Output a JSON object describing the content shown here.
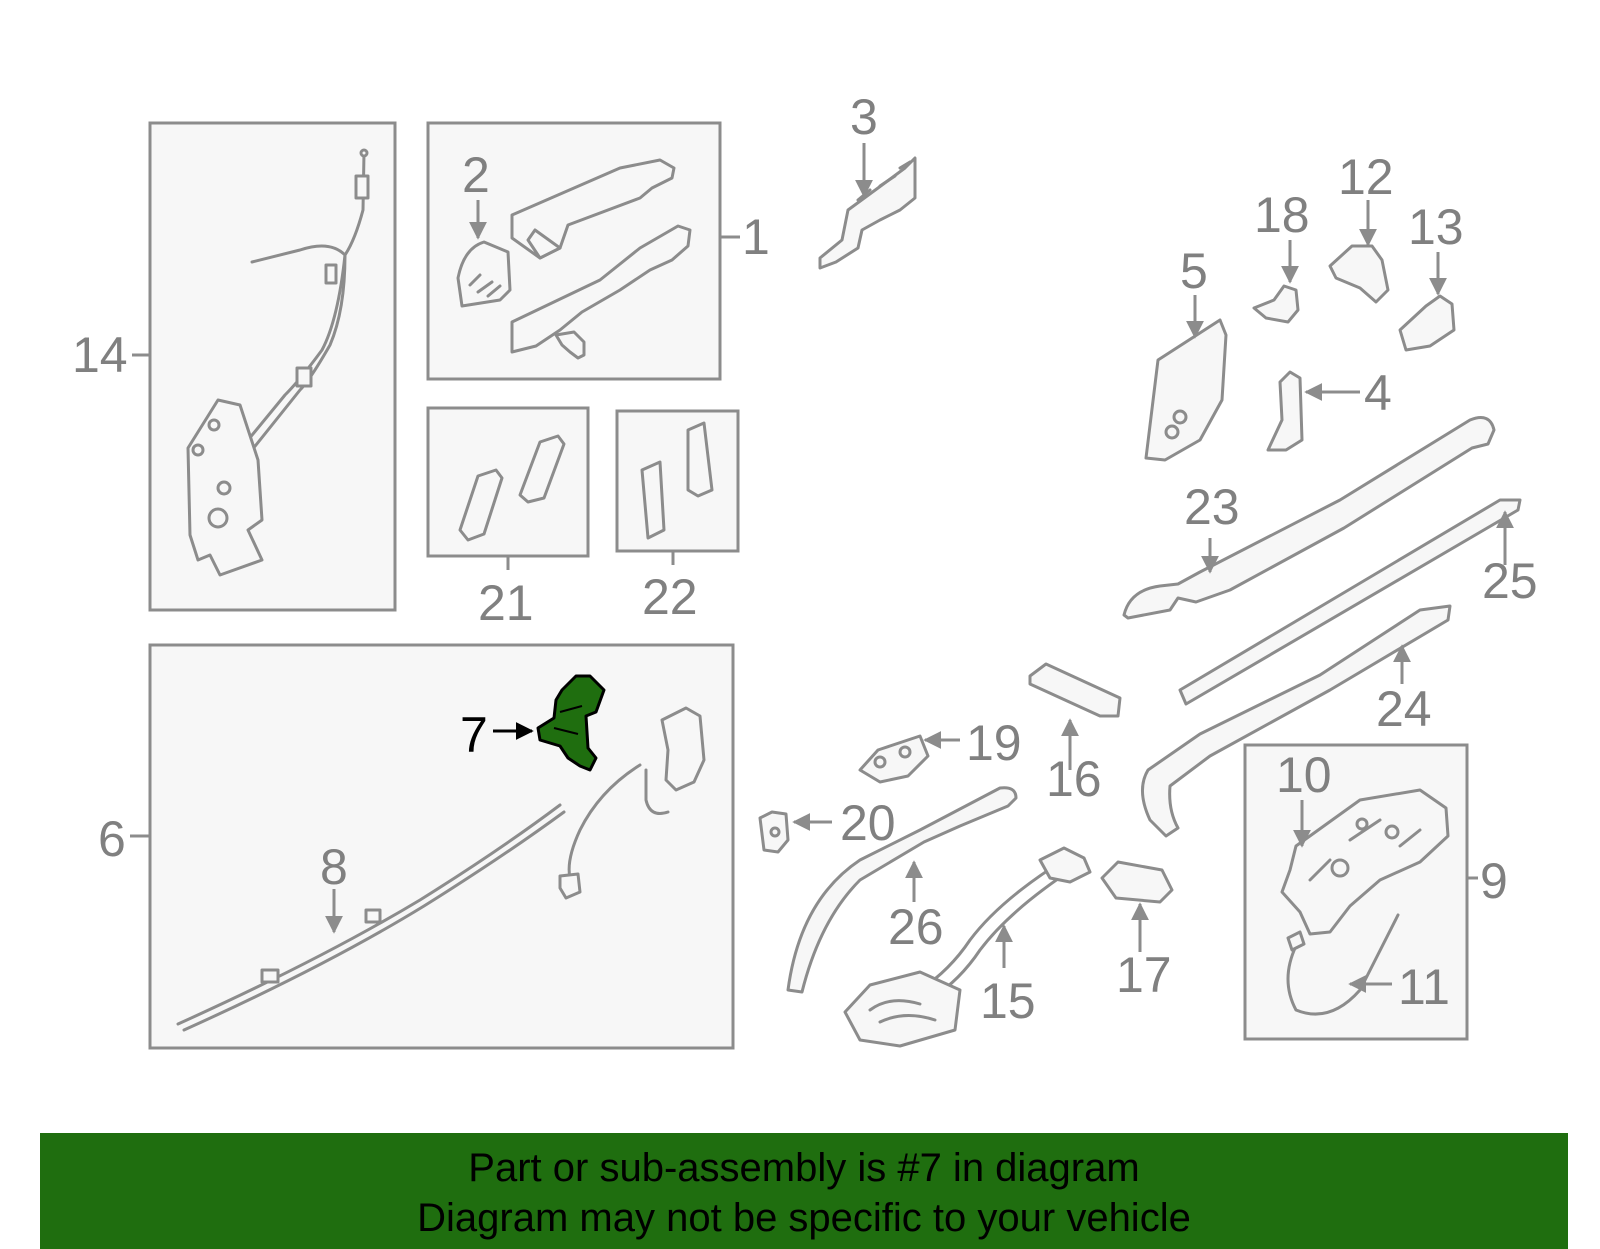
{
  "diagram": {
    "highlight_color": "#1f6e0f",
    "highlighted_part": "7",
    "callouts": {
      "c1": "1",
      "c2": "2",
      "c3": "3",
      "c4": "4",
      "c5": "5",
      "c6": "6",
      "c7": "7",
      "c8": "8",
      "c9": "9",
      "c10": "10",
      "c11": "11",
      "c12": "12",
      "c13": "13",
      "c14": "14",
      "c15": "15",
      "c16": "16",
      "c17": "17",
      "c18": "18",
      "c19": "19",
      "c20": "20",
      "c21": "21",
      "c22": "22",
      "c23": "23",
      "c24": "24",
      "c25": "25",
      "c26": "26"
    }
  },
  "banner": {
    "line1": "Part or sub-assembly is #7 in diagram",
    "line2": "Diagram may not be specific to your vehicle",
    "background": "#1f6e0f"
  }
}
